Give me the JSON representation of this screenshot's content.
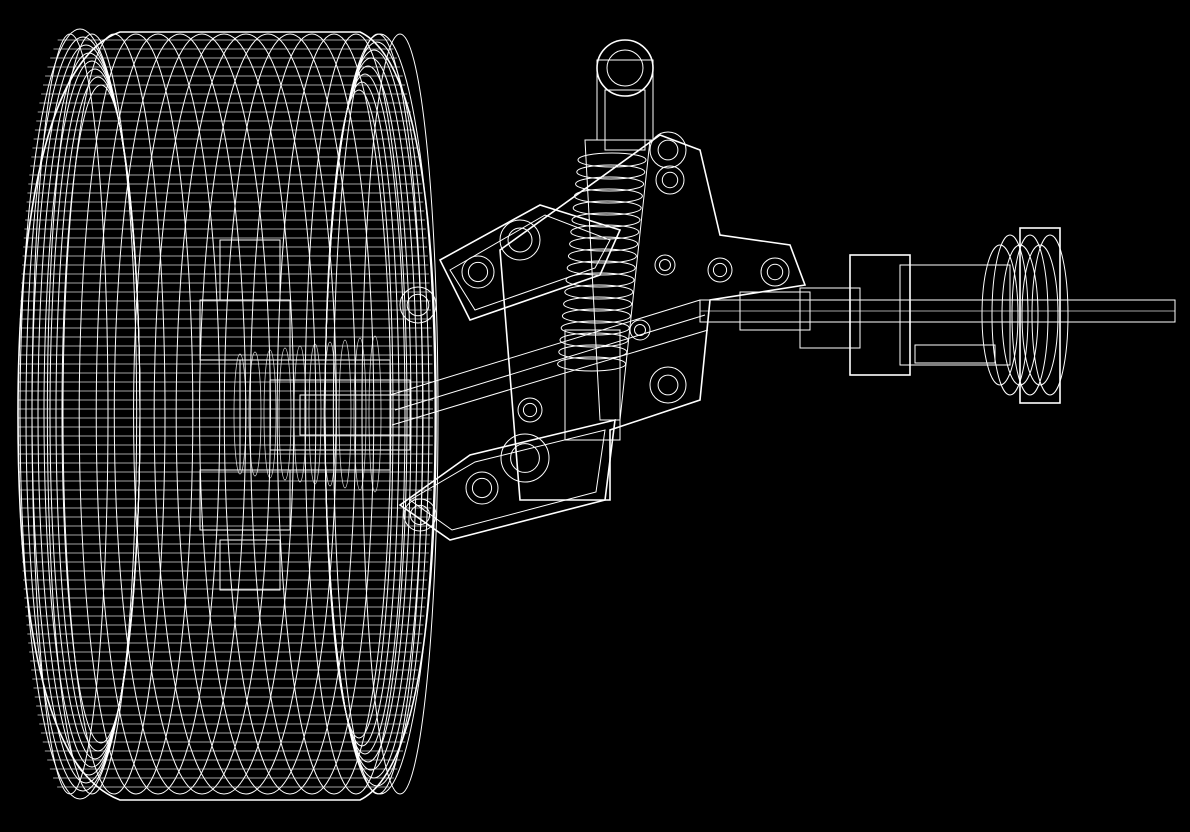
{
  "scene": {
    "background_color": "#000000",
    "line_color": "#ffffff",
    "style": "wireframe line drawing",
    "components": [
      {
        "name": "tire",
        "shape": "torus wireframe"
      },
      {
        "name": "wheel-hub",
        "shape": "stacked cylinders"
      },
      {
        "name": "upper-control-arm",
        "shape": "triangular bracket"
      },
      {
        "name": "lower-control-arm",
        "shape": "triangular bracket"
      },
      {
        "name": "coilover-shock",
        "shape": "spring over damper"
      },
      {
        "name": "steering-knuckle",
        "shape": "upright plate"
      },
      {
        "name": "drive-shaft",
        "shape": "long thin rod"
      },
      {
        "name": "cv-joint",
        "shape": "flanged cylinder"
      }
    ]
  }
}
